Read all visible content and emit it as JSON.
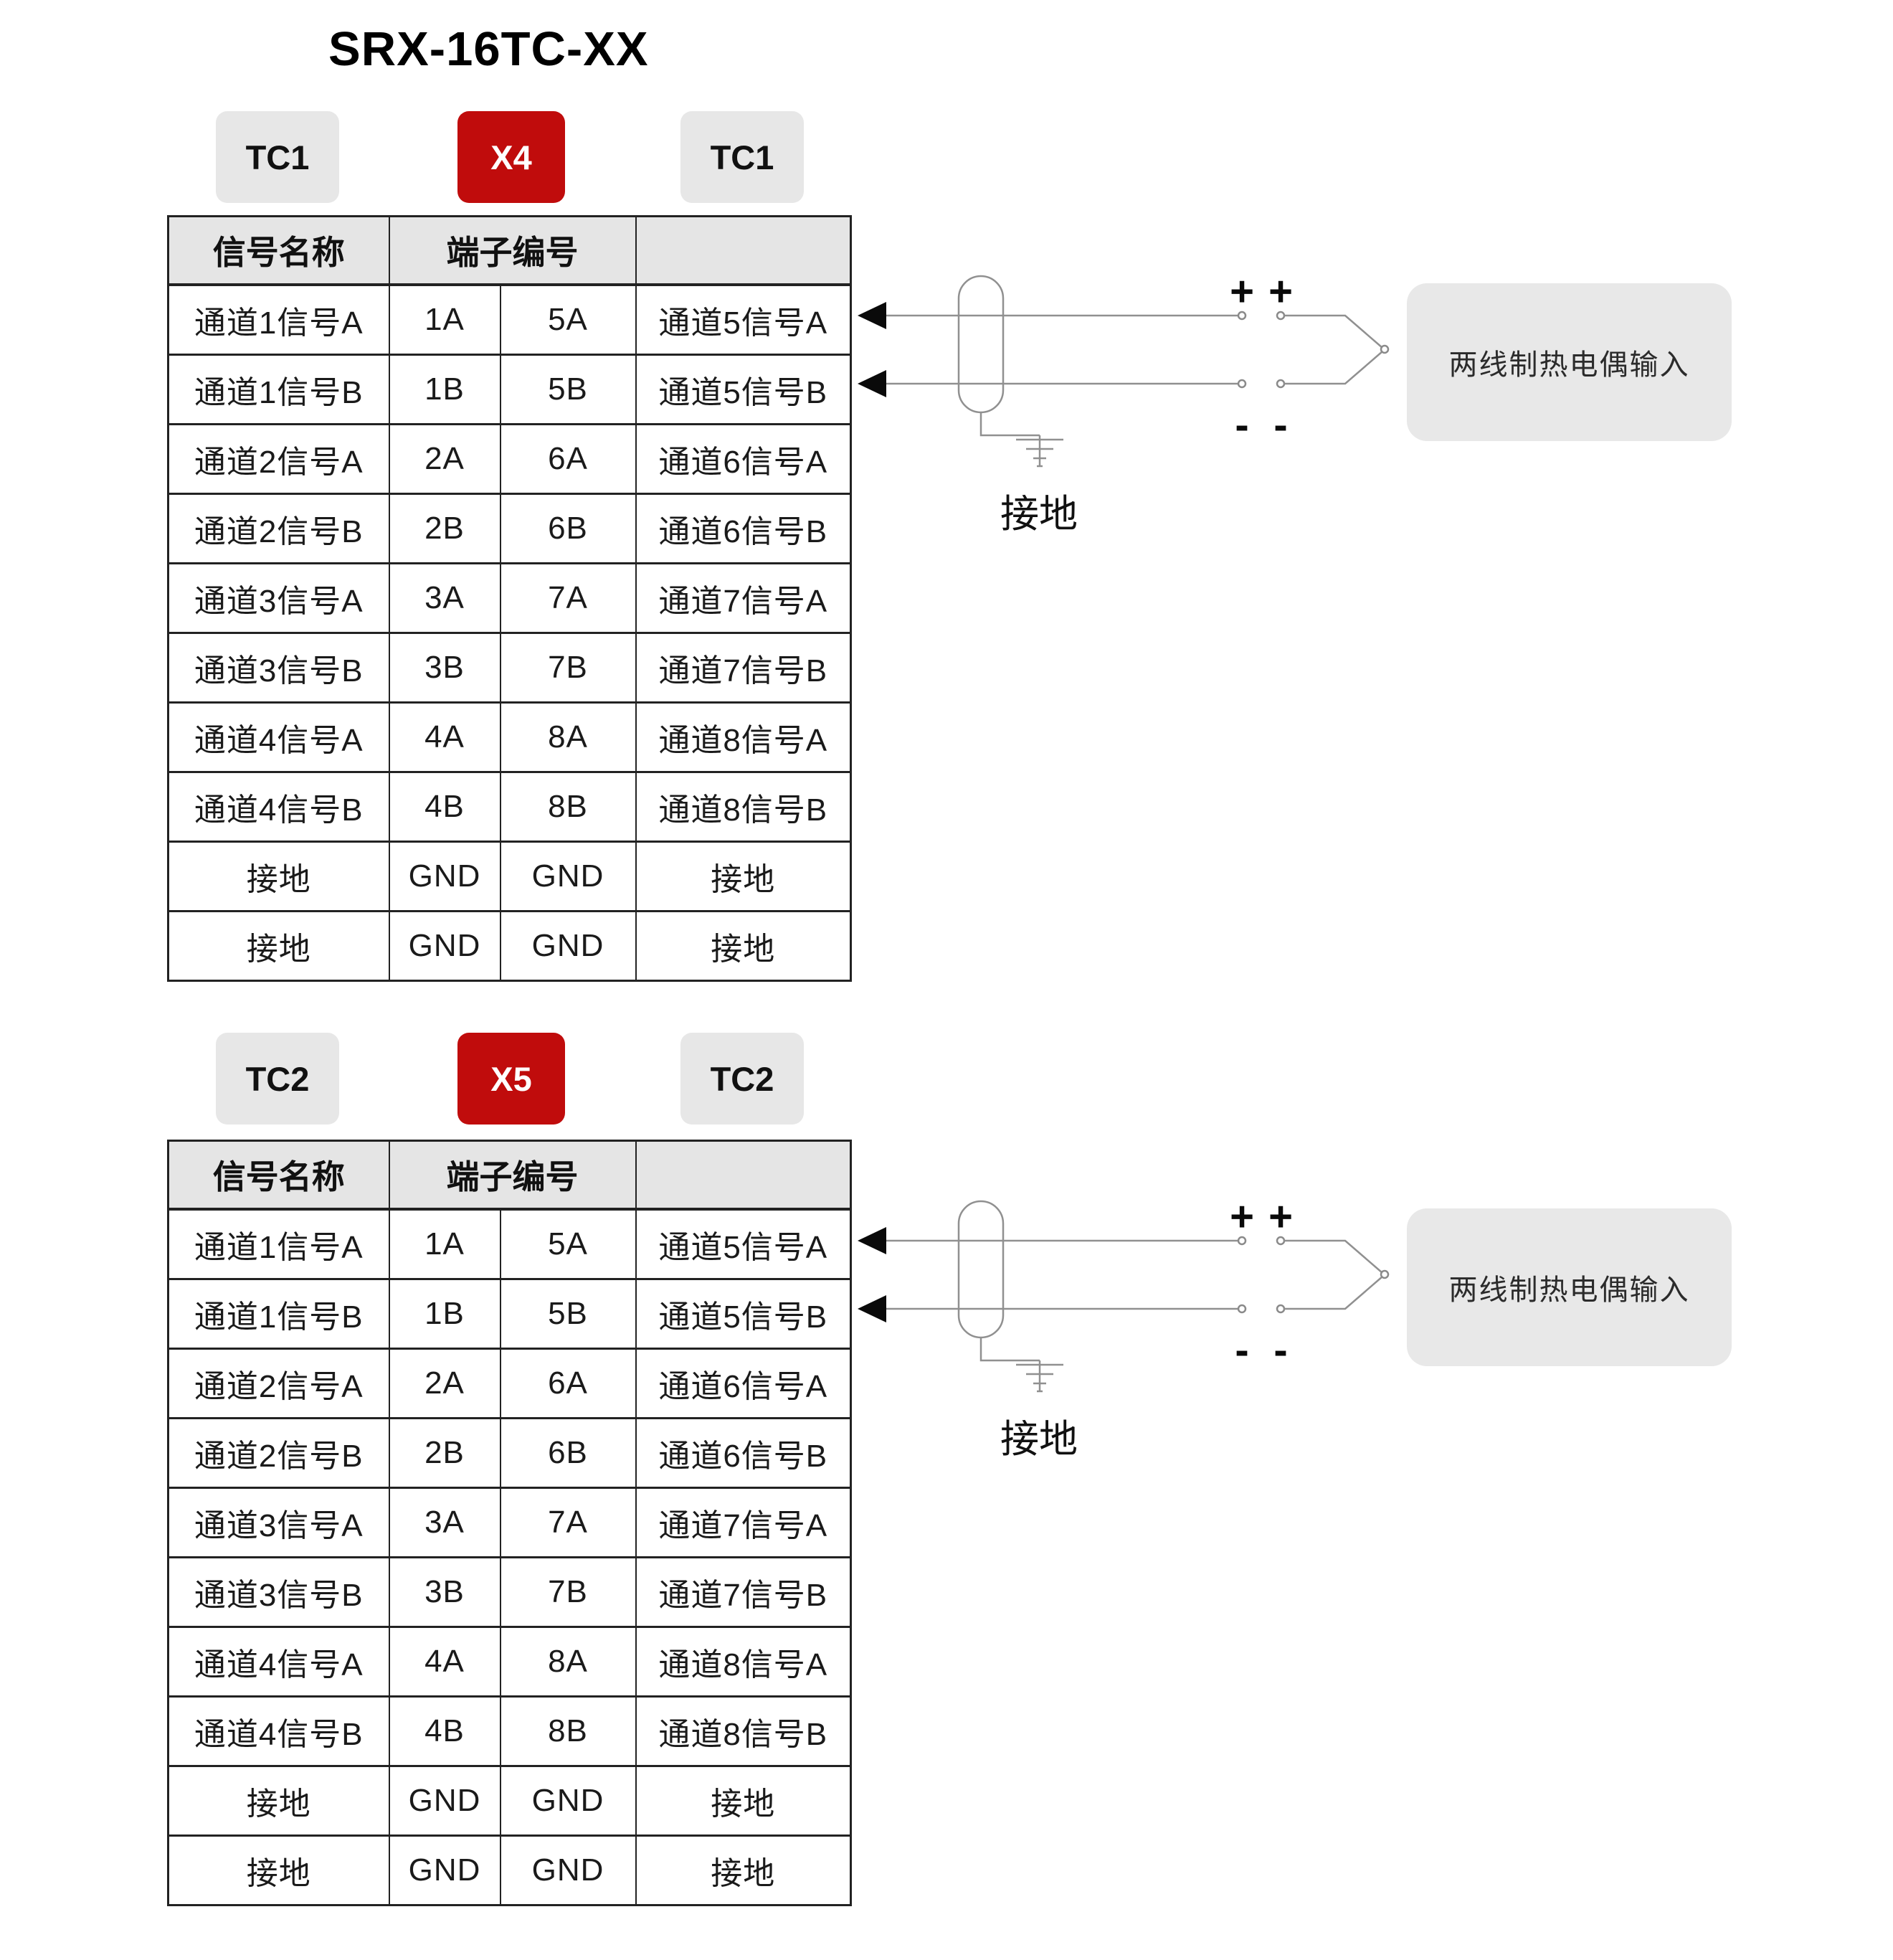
{
  "title": "SRX-16TC-XX",
  "colors": {
    "accent_red": "#C00C0C",
    "badge_gray": "#E7E7E7",
    "table_header_gray": "#E5E5E5",
    "info_box_gray": "#E8E8E8",
    "wire_gray": "#909090",
    "border_dark": "#222222"
  },
  "sections": [
    {
      "badges": [
        {
          "label": "TC1",
          "style": "gray"
        },
        {
          "label": "X4",
          "style": "red"
        },
        {
          "label": "TC1",
          "style": "gray"
        }
      ],
      "table": {
        "headers": [
          "信号名称",
          "端子编号",
          ""
        ],
        "rows": [
          [
            "通道1信号A",
            "1A",
            "5A",
            "通道5信号A"
          ],
          [
            "通道1信号B",
            "1B",
            "5B",
            "通道5信号B"
          ],
          [
            "通道2信号A",
            "2A",
            "6A",
            "通道6信号A"
          ],
          [
            "通道2信号B",
            "2B",
            "6B",
            "通道6信号B"
          ],
          [
            "通道3信号A",
            "3A",
            "7A",
            "通道7信号A"
          ],
          [
            "通道3信号B",
            "3B",
            "7B",
            "通道7信号B"
          ],
          [
            "通道4信号A",
            "4A",
            "8A",
            "通道8信号A"
          ],
          [
            "通道4信号B",
            "4B",
            "8B",
            "通道8信号B"
          ],
          [
            "接地",
            "GND",
            "GND",
            "接地"
          ],
          [
            "接地",
            "GND",
            "GND",
            "接地"
          ]
        ]
      },
      "diagram": {
        "plus": "+",
        "minus": "-",
        "ground_label": "接地",
        "box_label": "两线制热电偶输入"
      }
    },
    {
      "badges": [
        {
          "label": "TC2",
          "style": "gray"
        },
        {
          "label": "X5",
          "style": "red"
        },
        {
          "label": "TC2",
          "style": "gray"
        }
      ],
      "table": {
        "headers": [
          "信号名称",
          "端子编号",
          ""
        ],
        "rows": [
          [
            "通道1信号A",
            "1A",
            "5A",
            "通道5信号A"
          ],
          [
            "通道1信号B",
            "1B",
            "5B",
            "通道5信号B"
          ],
          [
            "通道2信号A",
            "2A",
            "6A",
            "通道6信号A"
          ],
          [
            "通道2信号B",
            "2B",
            "6B",
            "通道6信号B"
          ],
          [
            "通道3信号A",
            "3A",
            "7A",
            "通道7信号A"
          ],
          [
            "通道3信号B",
            "3B",
            "7B",
            "通道7信号B"
          ],
          [
            "通道4信号A",
            "4A",
            "8A",
            "通道8信号A"
          ],
          [
            "通道4信号B",
            "4B",
            "8B",
            "通道8信号B"
          ],
          [
            "接地",
            "GND",
            "GND",
            "接地"
          ],
          [
            "接地",
            "GND",
            "GND",
            "接地"
          ]
        ]
      },
      "diagram": {
        "plus": "+",
        "minus": "-",
        "ground_label": "接地",
        "box_label": "两线制热电偶输入"
      }
    }
  ]
}
